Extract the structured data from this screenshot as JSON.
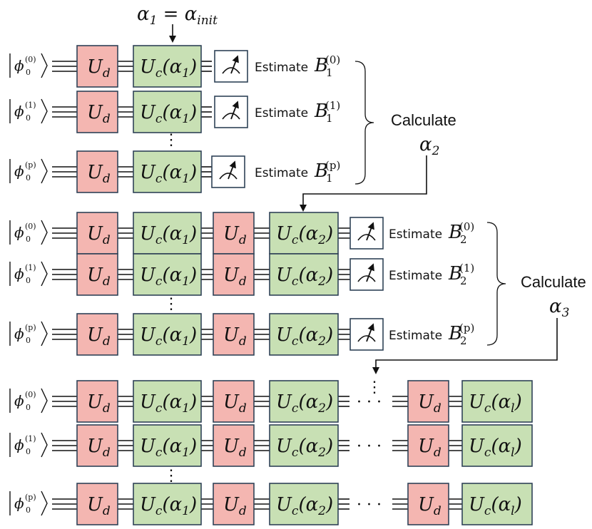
{
  "colors": {
    "ud_fill": "#F4B6B1",
    "uc_fill": "#C8E0B4",
    "box_stroke": "#2F4257",
    "meter_stroke": "#2F4257",
    "wire": "#111111"
  },
  "top_label": {
    "text": "α",
    "sub": "1",
    "eq": "=",
    "text2": "α",
    "sub2": "init"
  },
  "gate_labels": {
    "ud": {
      "main": "U",
      "sub": "d"
    },
    "uc": {
      "main": "U",
      "sub": "c"
    }
  },
  "ket": {
    "phi": "ϕ",
    "sub": "0"
  },
  "estimate_word": "Estimate",
  "estimate_var": "B",
  "calculate_word": "Calculate",
  "ellipsis_vertical": "⋮",
  "ellipsis_horizontal": "· · ·",
  "stage1": {
    "rows": [
      {
        "ket_sup": "(0)",
        "alphas": [
          "1"
        ],
        "estimate": {
          "sub": "1",
          "sup": "(0)"
        }
      },
      {
        "ket_sup": "(1)",
        "alphas": [
          "1"
        ],
        "estimate": {
          "sub": "1",
          "sup": "(1)"
        }
      },
      {
        "ket_sup": "(p)",
        "alphas": [
          "1"
        ],
        "estimate": {
          "sub": "1",
          "sup": "(p)"
        }
      }
    ],
    "calc": {
      "alpha": "α",
      "sub": "2"
    }
  },
  "stage2": {
    "rows": [
      {
        "ket_sup": "(0)",
        "alphas": [
          "1",
          "2"
        ],
        "estimate": {
          "sub": "2",
          "sup": "(0)"
        }
      },
      {
        "ket_sup": "(1)",
        "alphas": [
          "1",
          "2"
        ],
        "estimate": {
          "sub": "2",
          "sup": "(1)"
        }
      },
      {
        "ket_sup": "(p)",
        "alphas": [
          "1",
          "2"
        ],
        "estimate": {
          "sub": "2",
          "sup": "(p)"
        }
      }
    ],
    "calc": {
      "alpha": "α",
      "sub": "3"
    }
  },
  "stage3": {
    "rows": [
      {
        "ket_sup": "(0)",
        "alphas": [
          "1",
          "2"
        ],
        "last_alpha": "l"
      },
      {
        "ket_sup": "(1)",
        "alphas": [
          "1",
          "2"
        ],
        "last_alpha": "l"
      },
      {
        "ket_sup": "(p)",
        "alphas": [
          "1",
          "2"
        ],
        "last_alpha": "l"
      }
    ]
  }
}
